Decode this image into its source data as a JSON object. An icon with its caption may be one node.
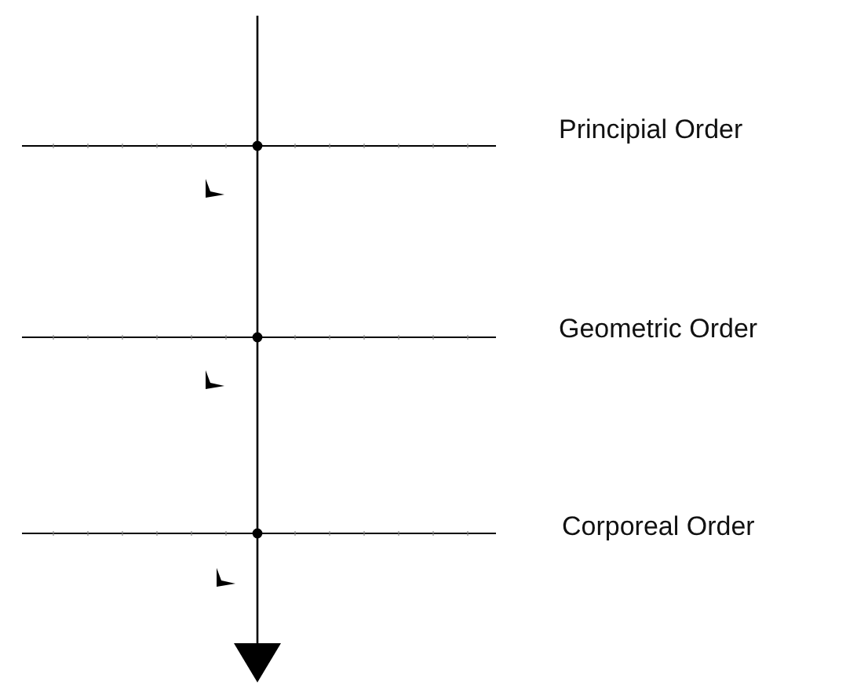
{
  "diagram": {
    "labels": [
      "Principial Order",
      "Geometric Order",
      "Corporeal Order"
    ]
  }
}
